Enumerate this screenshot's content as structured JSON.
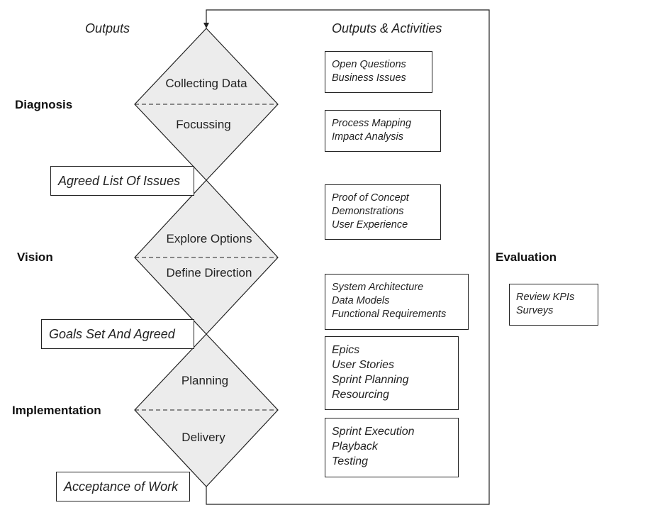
{
  "headers": {
    "outputs": "Outputs",
    "outputs_activities": "Outputs & Activities"
  },
  "phases": {
    "diagnosis": "Diagnosis",
    "vision": "Vision",
    "implementation": "Implementation",
    "evaluation": "Evaluation"
  },
  "stages": {
    "collecting_data": "Collecting Data",
    "focussing": "Focussing",
    "explore_options": "Explore Options",
    "define_direction": "Define Direction",
    "planning": "Planning",
    "delivery": "Delivery"
  },
  "outputs": [
    "Agreed List Of Issues",
    "Goals Set And Agreed",
    "Acceptance of Work"
  ],
  "activities": [
    {
      "lines": [
        "Open Questions",
        "Business Issues"
      ]
    },
    {
      "lines": [
        "Process Mapping",
        "Impact Analysis"
      ]
    },
    {
      "lines": [
        "Proof of Concept",
        "Demonstrations",
        "User Experience"
      ]
    },
    {
      "lines": [
        "System Architecture",
        "Data Models",
        "Functional Requirements"
      ]
    },
    {
      "lines": [
        "Epics",
        "User Stories",
        "Sprint Planning",
        "Resourcing"
      ]
    },
    {
      "lines": [
        "Sprint Execution",
        "Playback",
        "Testing"
      ]
    }
  ],
  "evaluation_box": {
    "lines": [
      "Review KPIs",
      "Surveys"
    ]
  },
  "colors": {
    "diamond_fill": "#ececec",
    "stroke": "#222222"
  }
}
